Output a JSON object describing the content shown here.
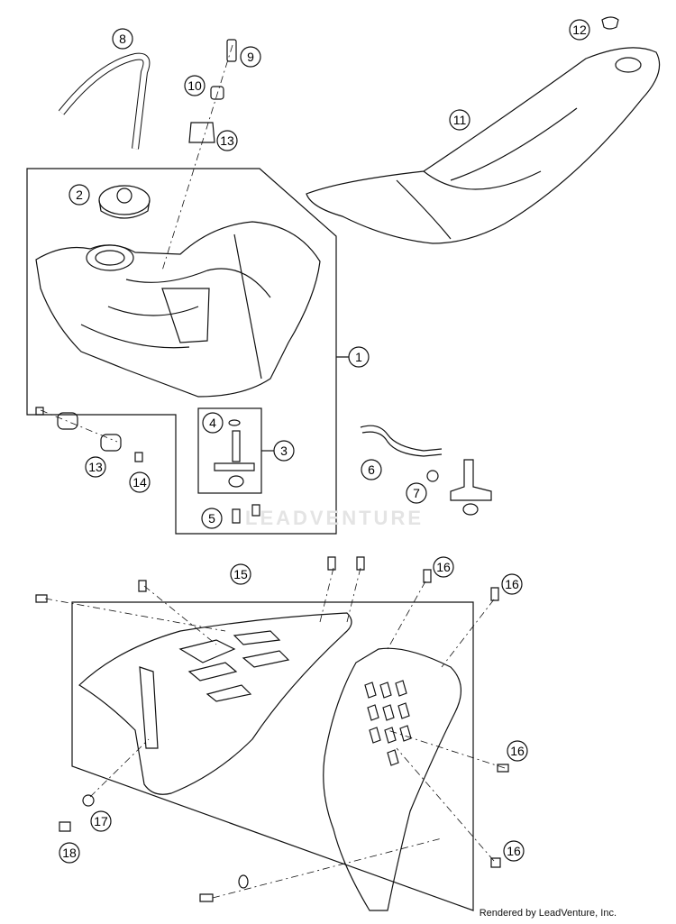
{
  "diagram": {
    "callouts": [
      {
        "id": "c8",
        "label": "8"
      },
      {
        "id": "c9",
        "label": "9"
      },
      {
        "id": "c10",
        "label": "10"
      },
      {
        "id": "c13a",
        "label": "13"
      },
      {
        "id": "c12",
        "label": "12"
      },
      {
        "id": "c11",
        "label": "11"
      },
      {
        "id": "c2",
        "label": "2"
      },
      {
        "id": "c1",
        "label": "1"
      },
      {
        "id": "c4",
        "label": "4"
      },
      {
        "id": "c3",
        "label": "3"
      },
      {
        "id": "c13b",
        "label": "13"
      },
      {
        "id": "c14",
        "label": "14"
      },
      {
        "id": "c5",
        "label": "5"
      },
      {
        "id": "c6",
        "label": "6"
      },
      {
        "id": "c7",
        "label": "7"
      },
      {
        "id": "c15",
        "label": "15"
      },
      {
        "id": "c16a",
        "label": "16"
      },
      {
        "id": "c16b",
        "label": "16"
      },
      {
        "id": "c16c",
        "label": "16"
      },
      {
        "id": "c16d",
        "label": "16"
      },
      {
        "id": "c17",
        "label": "17"
      },
      {
        "id": "c18",
        "label": "18"
      }
    ],
    "watermark": "LEADVENTURE",
    "footer": "Rendered by LeadVenture, Inc."
  }
}
